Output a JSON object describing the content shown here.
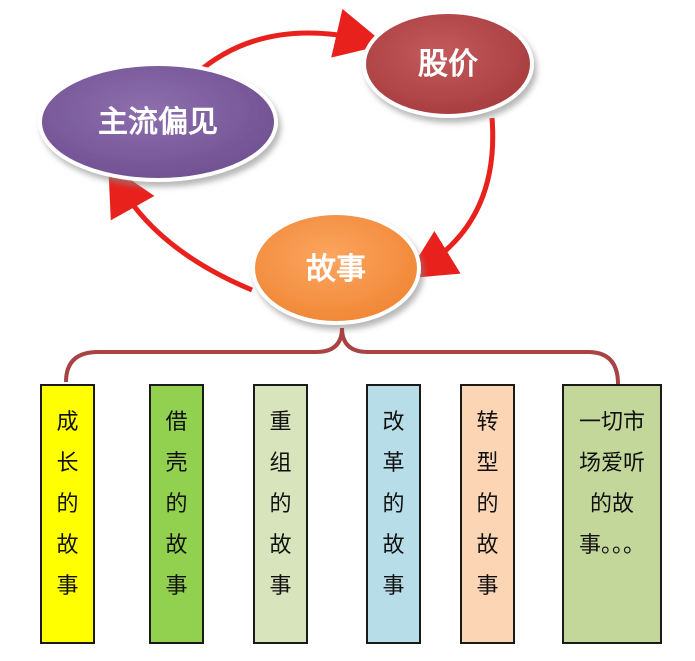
{
  "nodes": {
    "consensus": {
      "label": "主流偏见",
      "color": "#7f5f9f"
    },
    "price": {
      "label": "股价",
      "color": "#b8484a"
    },
    "story": {
      "label": "故事",
      "color": "#f79543"
    }
  },
  "arrow_color": "#e8211c",
  "bracket_color": "#a84345",
  "boxes": [
    {
      "text": "成长的故事",
      "color": "#ffff00"
    },
    {
      "text": "借壳的故事",
      "color": "#92d050"
    },
    {
      "text": "重组的故事",
      "color": "#d8e4bc"
    },
    {
      "text": "改革的故事",
      "color": "#b7dee8"
    },
    {
      "text": "转型的故事",
      "color": "#fcd5b4"
    },
    {
      "text": "一切市场爱听的故事。。。",
      "color": "#c4d79b"
    }
  ]
}
